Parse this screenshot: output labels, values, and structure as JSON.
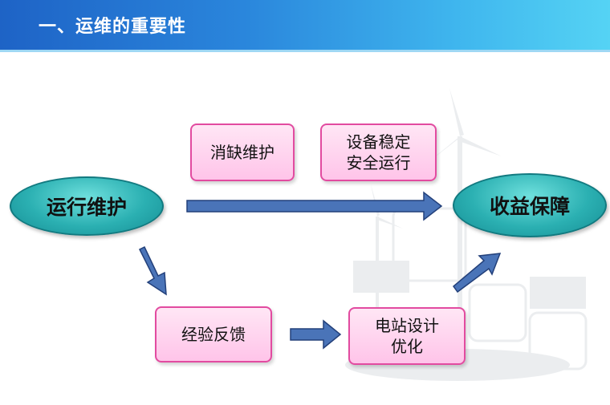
{
  "header": {
    "title": "一、运维的重要性"
  },
  "nodes": {
    "start": "运行维护",
    "end": "收益保障",
    "defect": "消缺维护",
    "stable_line1": "设备稳定",
    "stable_line2": "安全运行",
    "feedback": "经验反馈",
    "design_line1": "电站设计",
    "design_line2": "优化"
  },
  "colors": {
    "header_start": "#1e63c6",
    "header_end": "#55d3f4",
    "oval_fill": "#2bb0b2",
    "box_fill": "#ffc4e9",
    "box_border": "#e24ba0",
    "arrow_fill": "#4a74b8"
  }
}
